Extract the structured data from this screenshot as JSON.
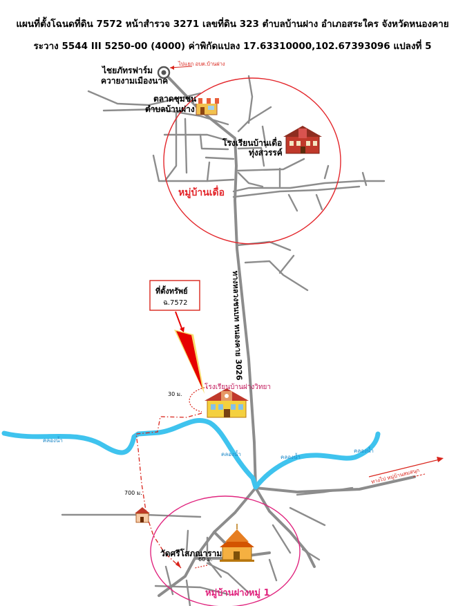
{
  "title_line1": "แผนที่ตั้งโฉนดที่ดิน 7572 หน้าสำรวจ 3271 เลขที่ดิน 323 ตำบลบ้านฝาง อำเภอสระใคร จังหวัดหนองคาย",
  "title_line2": "ระวาง 5544 III 5250-00 (4000) ค่าพิกัดแปลง 17.63310000,102.67393096 แปลงที่ 5",
  "landmarks": {
    "farm_line1": "ไชยภัทรฟาร์ม",
    "farm_line2": "ควายงามเมืองนาค",
    "farm_direction": "ไปแยก อบต.บ้านฝาง",
    "market_line1": "ตลาดชุมชน",
    "market_line2": "ตำบลบ้านฝาง",
    "school_duea_line1": "โรงเรียนบ้านเดื่อ",
    "school_duea_line2": "ทุ่งสวรรค์",
    "village_duea": "หมู่บ้านเดื่อ",
    "highway": "ทางหลวงชนบท หนองคาย 3026",
    "school_fang": "โรงเรียนบ้านฝางวิทยา",
    "temple": "วัดศรีโสภณาราม",
    "village_fang": "หมู่บ้านฝางหมู่ 1",
    "to_village_east": "ทางไป หมู่บ้านสมสนุก"
  },
  "property": {
    "label_line1": "ที่ตั้งทรัพย์",
    "label_line2": "ฉ.7572"
  },
  "canals": {
    "label_1": "คลองน้ำ",
    "label_2": "คลองน้ำ",
    "label_3": "คลองน้ำ",
    "label_4": "คลองน้ำ"
  },
  "distances": {
    "d1": "30 ม.",
    "d2": "700 ม.",
    "d3": "60 ม."
  },
  "colors": {
    "road": "#8c8c8c",
    "canal": "#3fc3ee",
    "circle": "#e3262b",
    "circle_pink": "#e0247e",
    "marker": "#e60000",
    "route": "#d9241b"
  }
}
